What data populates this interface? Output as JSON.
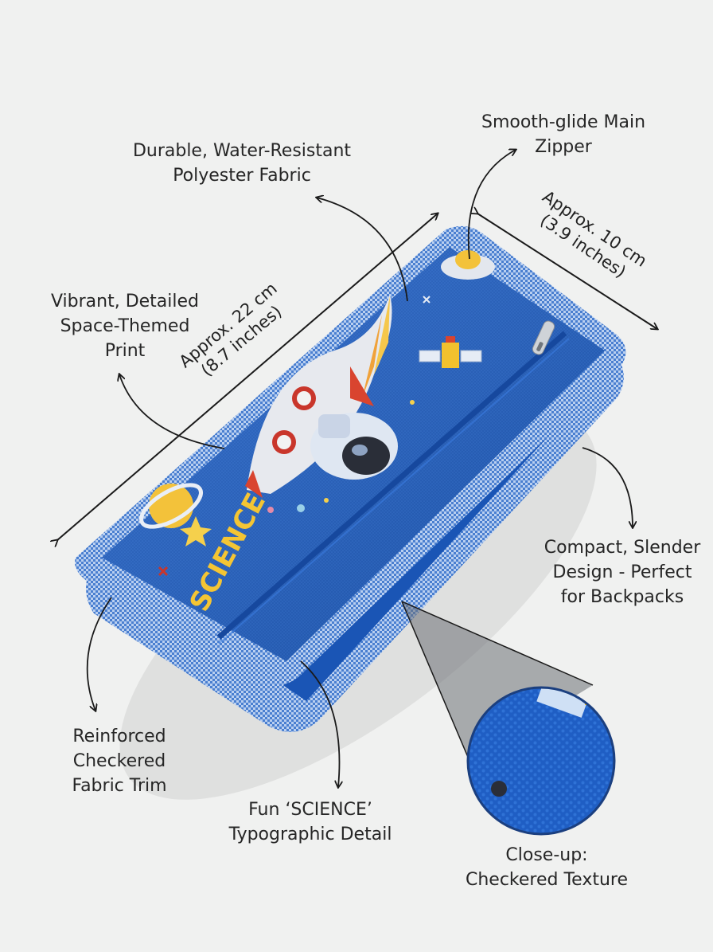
{
  "colors": {
    "background": "#f0f1f0",
    "case_blue": "#1f5fc2",
    "case_dark": "#163f8c",
    "trim": "#7ba4e0",
    "annotation_line": "#1a1a1a"
  },
  "labels": {
    "fabric": [
      "Durable, Water-Resistant",
      "Polyester Fabric"
    ],
    "zipper": [
      "Smooth-glide Main",
      "Zipper"
    ],
    "print": [
      "Vibrant, Detailed",
      "Space-Themed",
      "Print"
    ],
    "design": [
      "Compact, Slender",
      "Design - Perfect",
      "for Backpacks"
    ],
    "trim": [
      "Reinforced",
      "Checkered",
      "Fabric Trim"
    ],
    "science": [
      "Fun ‘SCIENCE’",
      "Typographic Detail"
    ],
    "closeup": [
      "Close-up:",
      "Checkered Texture"
    ]
  },
  "dimensions": {
    "length": [
      "Approx. 22 cm",
      "(8.7 inches)"
    ],
    "width": [
      "Approx. 10 cm",
      "(3.9 inches)"
    ]
  },
  "product": {
    "print_text": "SCIENCE",
    "icons": [
      "rocket-icon",
      "astronaut-icon",
      "planet-icon",
      "satellite-icon",
      "ufo-icon",
      "star-icon"
    ]
  }
}
